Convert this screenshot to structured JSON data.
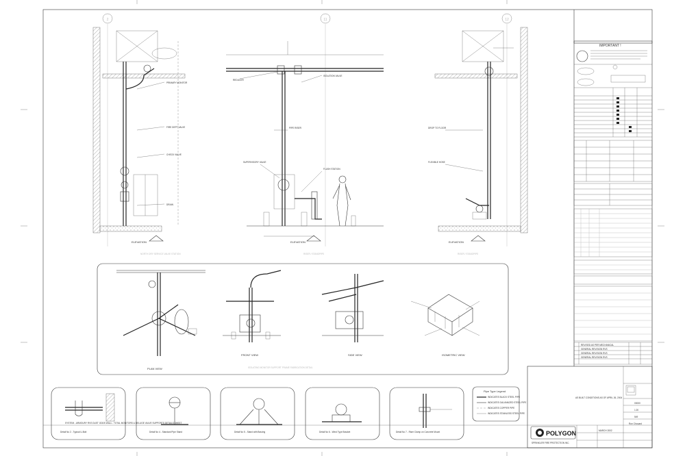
{
  "grid": {
    "col_2": "2",
    "col_11": "11",
    "col_12": "12"
  },
  "elevations": {
    "left_title": "ELEVATION",
    "mid_title": "ELEVATION",
    "right_title": "ELEVATION",
    "left_sub": "NORTH DRY SERVICE VALVE STATION",
    "mid_sub": "RISER / STANDPIPE",
    "right_sub": "RISER / STANDPIPE"
  },
  "views": {
    "plan": "PLAN VIEW",
    "front": "FRONT VIEW",
    "side": "SIDE VIEW",
    "iso": "ISOMETRIC VIEW",
    "assembly_caption": "ISOLATING MONITOR SUPPORT FRAME FABRICATION DETAIL"
  },
  "details": [
    {
      "label": "Detail No 2 - Typical U-Bolt"
    },
    {
      "label": "Detail No 4 - Standard Pipe Stand"
    },
    {
      "label": "Detail No 5 - Stand with Bracing"
    },
    {
      "label": "Detail No 6 - Wind Type Bracket"
    },
    {
      "label": "Detail No 7 - Riser Clamp on Concrete Mount"
    }
  ],
  "legend": {
    "title": "Pipe Type Legend",
    "items": [
      "INDICATES BLACK STEEL PIPE",
      "INDICATES GALVANIZED STEEL PIPE",
      "INDICATES COPPER PIPE",
      "INDICATES STAINLESS STEEL PIPE"
    ]
  },
  "title_block": {
    "important": "IMPORTANT !",
    "company": "POLYGON",
    "company_sub": "SPRINKLER FIRE PROTECTION INC.",
    "date": "MARCH 2002",
    "scale": "1:20",
    "sheet_no": "549",
    "drawn_by": "Ron Chouard",
    "job_no": "00000",
    "revision_note": "AS BUILT CONDITIONS AS OF APRIL 26, 2004",
    "project_line": "SYSTEM - ARMOURY RVS DUST ODDS WALL - TOTAL MONITORS & DELUGE VALVE SUPPORTS DETAILS SHEET"
  }
}
